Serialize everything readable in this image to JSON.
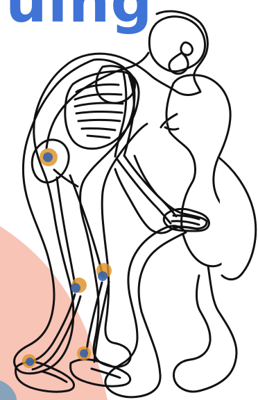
{
  "header": {
    "title_fragment": "uing",
    "title_color": "#3f73d6"
  },
  "colors": {
    "body_stroke": "#111111",
    "body_fill": "#ffffff",
    "background_arc": "#f7c4b6",
    "joint_orange": "#dd9327",
    "joint_blue": "#2f5fae"
  },
  "figures": {
    "left": "skeleton-lifting-figure",
    "right": "person-being-lifted"
  },
  "joint_markers": [
    "lower-back-joint",
    "left-knee-joint",
    "right-knee-joint",
    "left-ankle-joint",
    "right-ankle-joint"
  ]
}
